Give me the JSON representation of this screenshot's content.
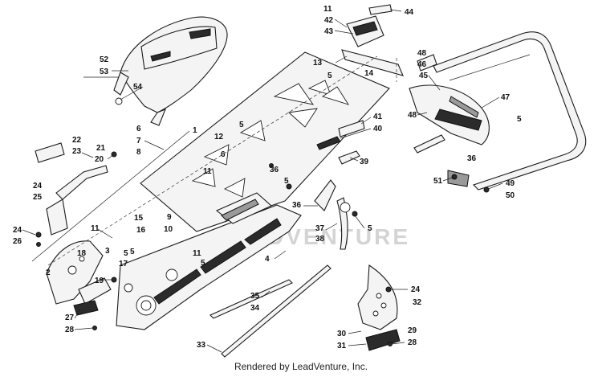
{
  "diagram": {
    "watermark_text": "LEADVENTURE",
    "footer_text": "Rendered by LeadVenture, Inc.",
    "callouts": [
      {
        "id": "c1",
        "text": "1"
      },
      {
        "id": "c2",
        "text": "2"
      },
      {
        "id": "c3",
        "text": "3"
      },
      {
        "id": "c4",
        "text": "4"
      },
      {
        "id": "c5a",
        "text": "5"
      },
      {
        "id": "c5b",
        "text": "5"
      },
      {
        "id": "c5c",
        "text": "5"
      },
      {
        "id": "c5d",
        "text": "5"
      },
      {
        "id": "c5e",
        "text": "5"
      },
      {
        "id": "c5f",
        "text": "5"
      },
      {
        "id": "c5g",
        "text": "5"
      },
      {
        "id": "c5h",
        "text": "5"
      },
      {
        "id": "c6a",
        "text": "6"
      },
      {
        "id": "c6b",
        "text": "6"
      },
      {
        "id": "c7",
        "text": "7"
      },
      {
        "id": "c8",
        "text": "8"
      },
      {
        "id": "c9",
        "text": "9"
      },
      {
        "id": "c10",
        "text": "10"
      },
      {
        "id": "c11a",
        "text": "11"
      },
      {
        "id": "c11b",
        "text": "11"
      },
      {
        "id": "c11c",
        "text": "11"
      },
      {
        "id": "c11d",
        "text": "11"
      },
      {
        "id": "c12",
        "text": "12"
      },
      {
        "id": "c13",
        "text": "13"
      },
      {
        "id": "c14",
        "text": "14"
      },
      {
        "id": "c15",
        "text": "15"
      },
      {
        "id": "c16",
        "text": "16"
      },
      {
        "id": "c17",
        "text": "17"
      },
      {
        "id": "c18",
        "text": "18"
      },
      {
        "id": "c19",
        "text": "19"
      },
      {
        "id": "c20",
        "text": "20"
      },
      {
        "id": "c21",
        "text": "21"
      },
      {
        "id": "c22",
        "text": "22"
      },
      {
        "id": "c23",
        "text": "23"
      },
      {
        "id": "c24a",
        "text": "24"
      },
      {
        "id": "c24b",
        "text": "24"
      },
      {
        "id": "c24c",
        "text": "24"
      },
      {
        "id": "c25",
        "text": "25"
      },
      {
        "id": "c26",
        "text": "26"
      },
      {
        "id": "c27",
        "text": "27"
      },
      {
        "id": "c28a",
        "text": "28"
      },
      {
        "id": "c28b",
        "text": "28"
      },
      {
        "id": "c29",
        "text": "29"
      },
      {
        "id": "c30",
        "text": "30"
      },
      {
        "id": "c31",
        "text": "31"
      },
      {
        "id": "c32",
        "text": "32"
      },
      {
        "id": "c33",
        "text": "33"
      },
      {
        "id": "c34",
        "text": "34"
      },
      {
        "id": "c35",
        "text": "35"
      },
      {
        "id": "c36a",
        "text": "36"
      },
      {
        "id": "c36b",
        "text": "36"
      },
      {
        "id": "c36c",
        "text": "36"
      },
      {
        "id": "c37",
        "text": "37"
      },
      {
        "id": "c38",
        "text": "38"
      },
      {
        "id": "c39",
        "text": "39"
      },
      {
        "id": "c40",
        "text": "40"
      },
      {
        "id": "c41",
        "text": "41"
      },
      {
        "id": "c42",
        "text": "42"
      },
      {
        "id": "c43",
        "text": "43"
      },
      {
        "id": "c44",
        "text": "44"
      },
      {
        "id": "c45",
        "text": "45"
      },
      {
        "id": "c46",
        "text": "46"
      },
      {
        "id": "c47",
        "text": "47"
      },
      {
        "id": "c48a",
        "text": "48"
      },
      {
        "id": "c48b",
        "text": "48"
      },
      {
        "id": "c49",
        "text": "49"
      },
      {
        "id": "c50",
        "text": "50"
      },
      {
        "id": "c51",
        "text": "51"
      },
      {
        "id": "c52",
        "text": "52"
      },
      {
        "id": "c53",
        "text": "53"
      },
      {
        "id": "c54",
        "text": "54"
      }
    ]
  }
}
